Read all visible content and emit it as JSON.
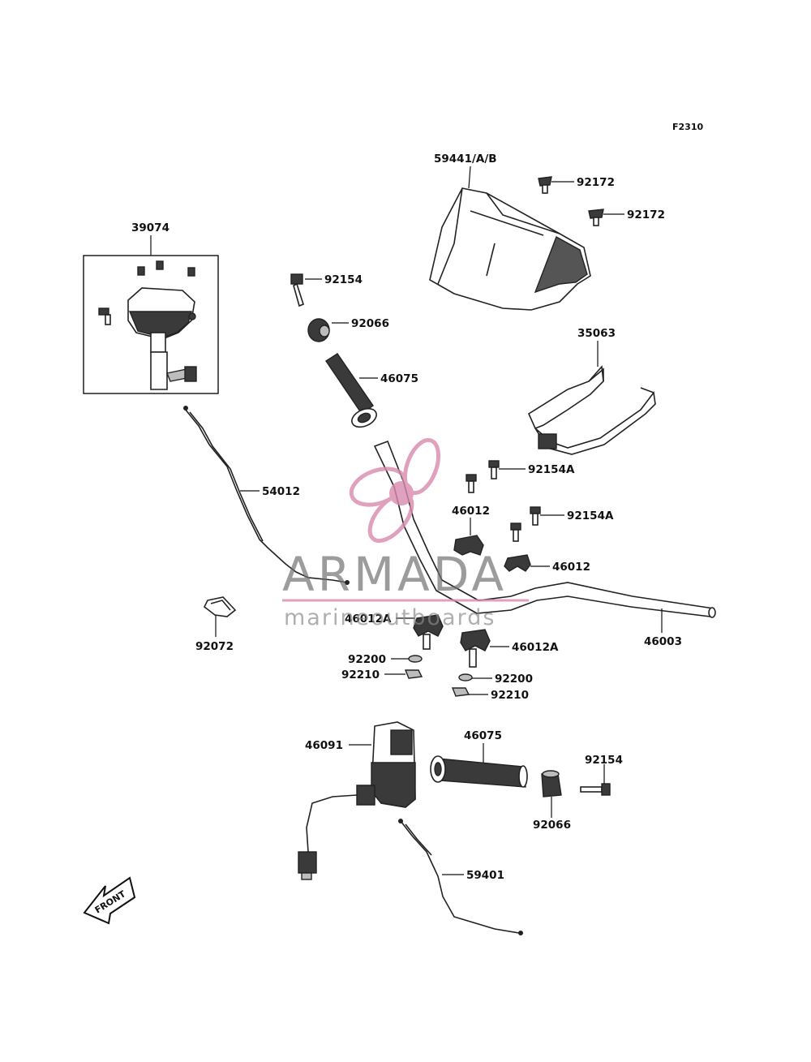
{
  "figure_code": "F2310",
  "front_arrow_text": "FRONT",
  "watermark": {
    "brand": "ARMADA",
    "tagline": "marineoutboards",
    "color": "#d98aae"
  },
  "callouts": {
    "c59441": "59441/A/B",
    "c92172a": "92172",
    "c92172b": "92172",
    "c39074": "39074",
    "c92154_top": "92154",
    "c92066_top": "92066",
    "c46075_top": "46075",
    "c35063": "35063",
    "c54012": "54012",
    "c92154A_a": "92154A",
    "c46012_a": "46012",
    "c92154A_b": "92154A",
    "c46012_b": "46012",
    "c46012A_a": "46012A",
    "c92072": "92072",
    "c46003": "46003",
    "c92200_a": "92200",
    "c46012A_b": "46012A",
    "c92210_a": "92210",
    "c92200_b": "92200",
    "c92210_b": "92210",
    "c46091": "46091",
    "c46075_bot": "46075",
    "c92154_bot": "92154",
    "c92066_bot": "92066",
    "c59401": "59401"
  }
}
